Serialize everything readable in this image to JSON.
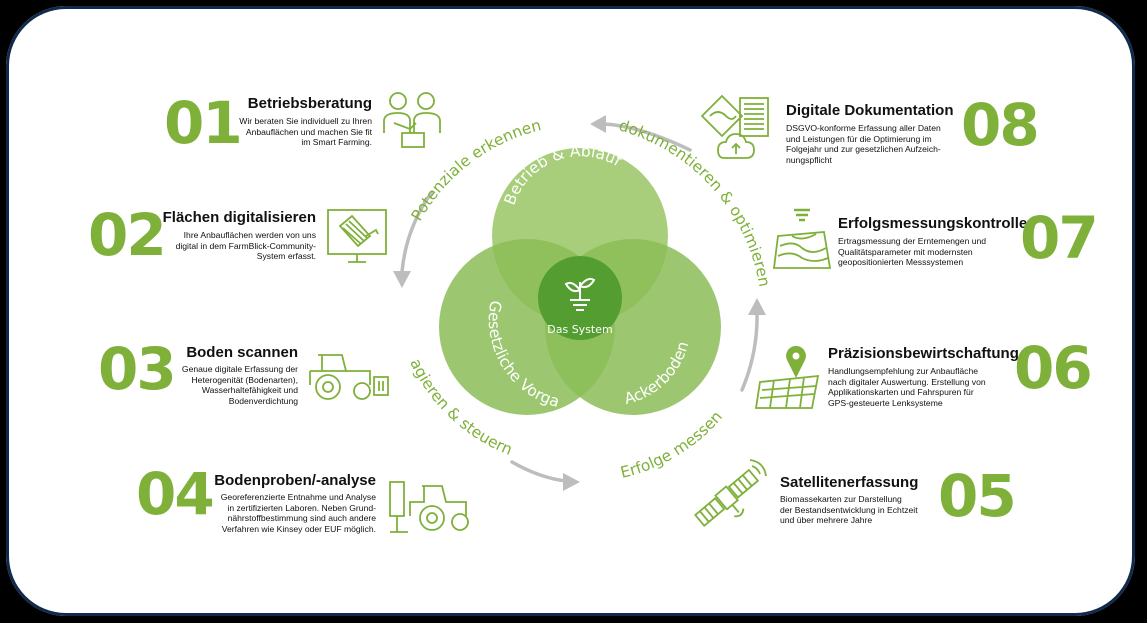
{
  "center": {
    "label": "Das System",
    "circles": [
      "Betrieb & Ablauf",
      "Gesetzliche Vorgaben",
      "Ackerboden"
    ]
  },
  "cycle": [
    "Potenziale erkennen",
    "dokumentieren & optimieren",
    "Erfolge messen",
    "agieren & steuern"
  ],
  "steps": [
    {
      "num": "01",
      "title": "Betriebsberatung",
      "lines": [
        "Wir beraten Sie individuell zu Ihren",
        "Anbauflächen und machen Sie fit",
        "im Smart Farming."
      ],
      "icon": "consultants-icon"
    },
    {
      "num": "02",
      "title": "Flächen digitalisieren",
      "lines": [
        "Ihre Anbauflächen werden von uns",
        "digital in dem FarmBlick-Community-",
        "System erfasst."
      ],
      "icon": "monitor-field-icon"
    },
    {
      "num": "03",
      "title": "Boden scannen",
      "lines": [
        "Genaue digitale Erfassung der",
        "Heterogenität (Bodenarten),",
        "Wasserhaltefähigkeit und",
        "Bodenverdichtung"
      ],
      "icon": "tractor-scanner-icon"
    },
    {
      "num": "04",
      "title": "Bodenproben/-analyse",
      "lines": [
        "Georeferenzierte Entnahme und Analyse",
        "in zertifizierten Laboren. Neben Grund-",
        "nährstoffbestimmung sind auch andere",
        "Verfahren wie Kinsey oder EUF möglich."
      ],
      "icon": "tractor-probe-icon"
    },
    {
      "num": "05",
      "title": "Satellitenerfassung",
      "lines": [
        "Biomassekarten zur Darstellung",
        "der Bestandsentwicklung in Echtzeit",
        "und über mehrere Jahre"
      ],
      "icon": "satellite-icon"
    },
    {
      "num": "06",
      "title": "Präzisionsbewirtschaftung",
      "lines": [
        "Handlungsempfehlung zur Anbaufläche",
        "nach digitaler Auswertung. Erstellung von",
        "Applikationskarten und Fahrspuren für",
        "GPS-gesteuerte Lenksysteme"
      ],
      "icon": "map-pin-icon"
    },
    {
      "num": "07",
      "title": "Erfolgsmessungskontrolle",
      "lines": [
        "Ertragsmessung der Erntemengen und",
        "Qualitätsparameter mit modernsten",
        "geopositionierten Messsystemen"
      ],
      "icon": "field-sensor-icon"
    },
    {
      "num": "08",
      "title": "Digitale Dokumentation",
      "lines": [
        "DSGVO-konforme Erfassung aller Daten",
        "und Leistungen für die Optimierung im",
        "Folgejahr und zur gesetzlichen Aufzeich-",
        "nungspflicht"
      ],
      "icon": "documents-cloud-icon"
    }
  ],
  "colors": {
    "accent": "#7fb03a",
    "circle_light": "#9cc76a",
    "circle_mid": "#7fb64a",
    "circle_dark": "#4f9a2e",
    "arrow": "#bdbdbd",
    "frame": "#0f2a4d"
  }
}
